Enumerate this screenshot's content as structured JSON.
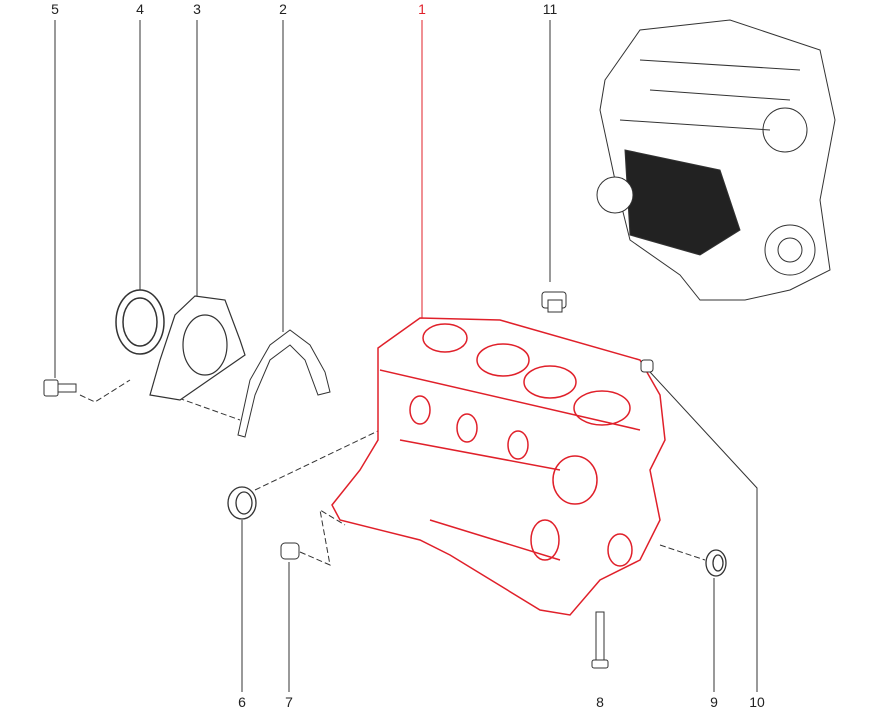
{
  "diagram": {
    "highlight_color": "#e0202a",
    "callouts": [
      {
        "id": "5",
        "label": "5"
      },
      {
        "id": "4",
        "label": "4"
      },
      {
        "id": "3",
        "label": "3"
      },
      {
        "id": "2",
        "label": "2"
      },
      {
        "id": "1",
        "label": "1",
        "highlighted": true
      },
      {
        "id": "11",
        "label": "11"
      },
      {
        "id": "6",
        "label": "6"
      },
      {
        "id": "7",
        "label": "7"
      },
      {
        "id": "8",
        "label": "8"
      },
      {
        "id": "9",
        "label": "9"
      },
      {
        "id": "10",
        "label": "10"
      }
    ]
  }
}
